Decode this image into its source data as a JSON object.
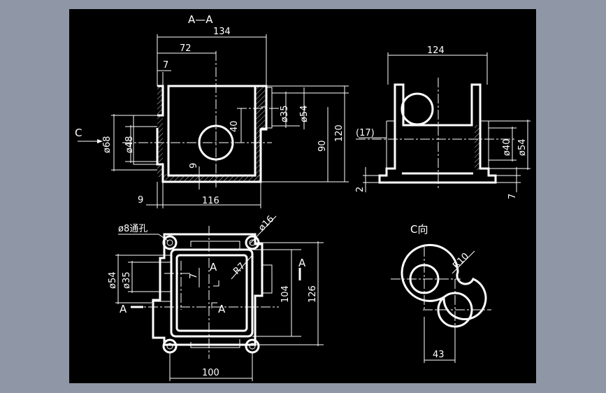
{
  "views": {
    "section": {
      "title": "A—A",
      "dims": {
        "w134": "134",
        "w72": "72",
        "w7": "7",
        "d35": "ø35",
        "d54": "ø54",
        "h40": "40",
        "h90": "90",
        "h120": "120",
        "d68": "ø68",
        "d48": "ø48",
        "h9": "9",
        "w9": "9",
        "w116": "116"
      },
      "view_arrow": "C"
    },
    "side": {
      "dims": {
        "w124": "124",
        "p17": "(17)",
        "d40": "ø40",
        "d54": "ø54",
        "h2": "2",
        "h7": "7"
      }
    },
    "plan": {
      "dims": {
        "hole": "ø8通孔",
        "d16": "ø16",
        "d54": "ø54",
        "d35": "ø35",
        "h7": "7",
        "r7": "R7",
        "h104": "104",
        "h126": "126",
        "w100": "100"
      },
      "section_marks": {
        "a_top": "A",
        "a_bottom": "A",
        "a_left": "A",
        "a_right": "A"
      }
    },
    "cview": {
      "title": "C向",
      "dims": {
        "r10": "R10",
        "w43": "43"
      }
    }
  }
}
